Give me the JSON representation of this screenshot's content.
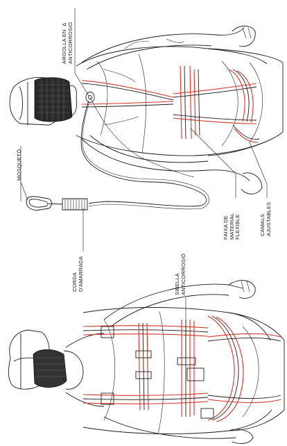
{
  "labels": {
    "argolla": "ARGOLLA EN  Δ\nANTICORROSIÓ",
    "faixa": "FAIXA DE\nMATERIAL\nFLEXIBLE",
    "camals": "CAMALS\nAJUSTABLES",
    "mosqueto": "MOSQUETÓ",
    "corda": "CORDA\nD'AMARRADA",
    "sibella": "SIBELLA\nANTICORROSIÓ"
  },
  "colors": {
    "strap_red": "#d8332a",
    "line_black": "#1a1a1a"
  }
}
